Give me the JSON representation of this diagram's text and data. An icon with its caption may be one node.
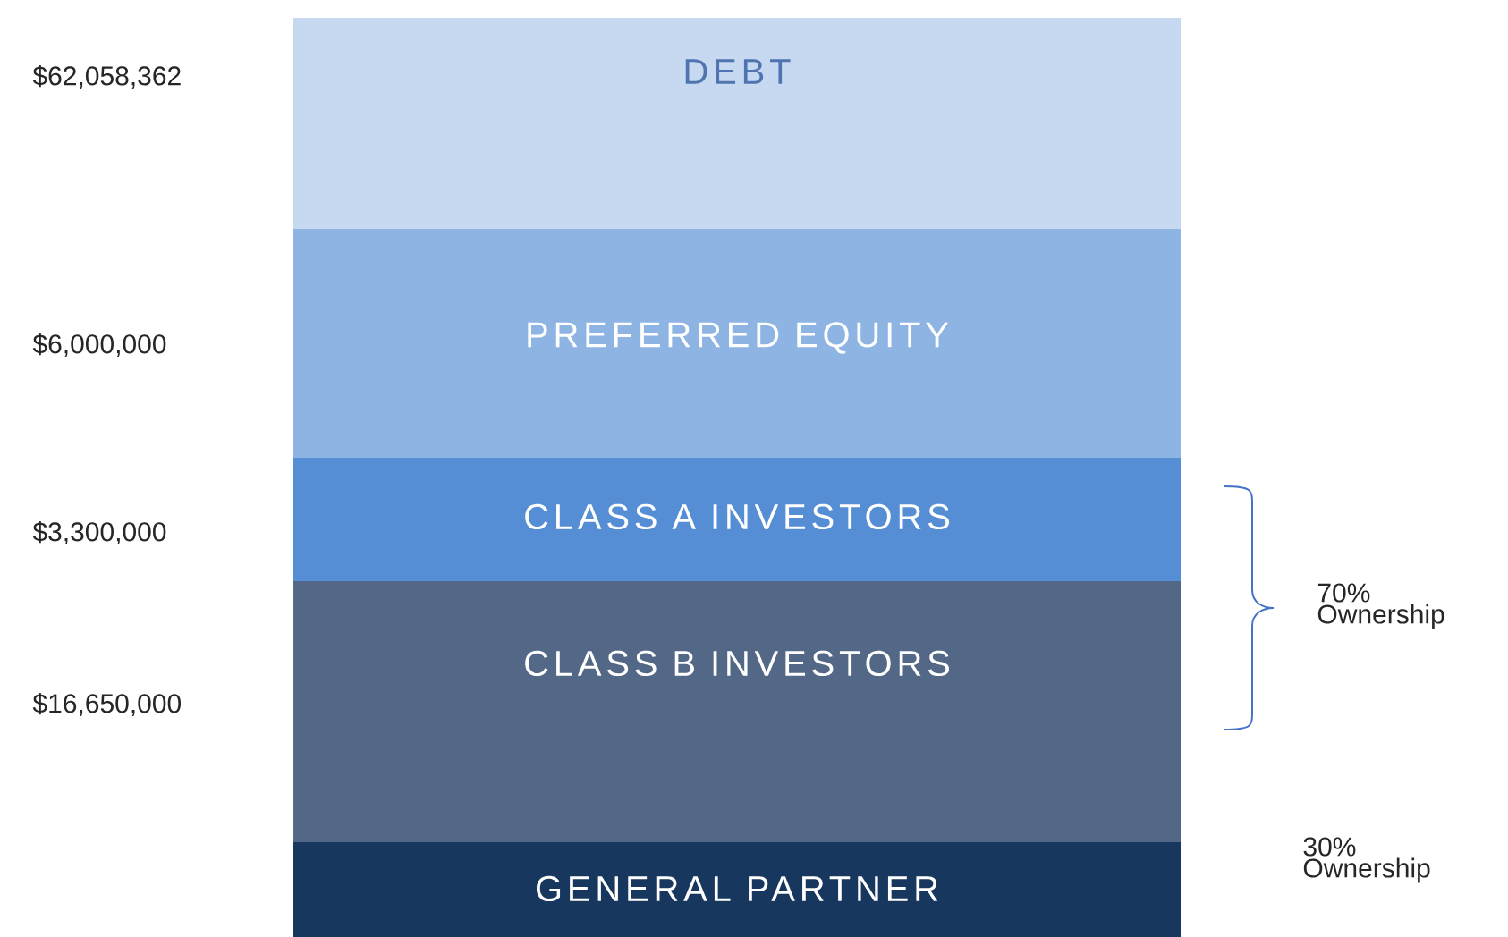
{
  "diagram": {
    "nodes": [
      {
        "text": [
          "DEBT"
        ]
      },
      {
        "text": [
          "PREFERRED EQUITY"
        ]
      },
      {
        "text": [
          "CLASS A INVESTORS"
        ]
      },
      {
        "text": [
          "CLASS B INVESTORS"
        ]
      },
      {
        "text": [
          "GENERAL PARTNER"
        ]
      }
    ],
    "labels": [
      "$62,058,362",
      "$6,000,000",
      "$3,300,000",
      "70% Ownership",
      "$16,650,000",
      "30% Ownership"
    ]
  }
}
